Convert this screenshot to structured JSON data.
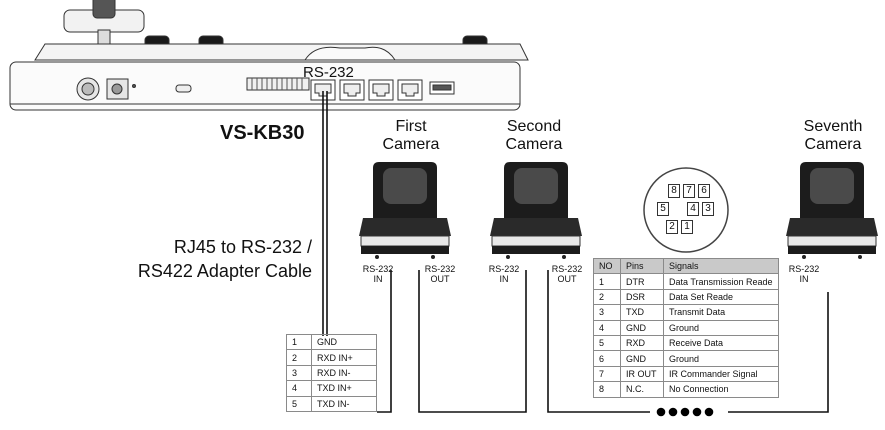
{
  "device": {
    "port_label": "RS-232",
    "model": "VS-KB30"
  },
  "cable_label": {
    "line1": "RJ45 to RS-232 /",
    "line2": "RS422 Adapter Cable"
  },
  "cameras": [
    {
      "title_line1": "First",
      "title_line2": "Camera",
      "ports": [
        {
          "line1": "RS-232",
          "line2": "IN"
        },
        {
          "line1": "RS-232",
          "line2": "OUT"
        }
      ]
    },
    {
      "title_line1": "Second",
      "title_line2": "Camera",
      "ports": [
        {
          "line1": "RS-232",
          "line2": "IN"
        },
        {
          "line1": "RS-232",
          "line2": "OUT"
        }
      ]
    },
    {
      "title_line1": "Seventh",
      "title_line2": "Camera",
      "ports": [
        {
          "line1": "RS-232",
          "line2": "IN"
        }
      ]
    }
  ],
  "adapter_pins": [
    {
      "no": "1",
      "signal": "GND"
    },
    {
      "no": "2",
      "signal": "RXD IN+"
    },
    {
      "no": "3",
      "signal": "RXD IN-"
    },
    {
      "no": "4",
      "signal": "TXD IN+"
    },
    {
      "no": "5",
      "signal": "TXD IN-"
    }
  ],
  "din_connector": {
    "pins": [
      "8",
      "7",
      "6",
      "5",
      "4",
      "3",
      "2",
      "1"
    ]
  },
  "signal_table": {
    "headers": [
      "NO",
      "Pins",
      "Signals"
    ],
    "rows": [
      [
        "1",
        "DTR",
        "Data Transmission Reade"
      ],
      [
        "2",
        "DSR",
        "Data Set Reade"
      ],
      [
        "3",
        "TXD",
        "Transmit Data"
      ],
      [
        "4",
        "GND",
        "Ground"
      ],
      [
        "5",
        "RXD",
        "Receive Data"
      ],
      [
        "6",
        "GND",
        "Ground"
      ],
      [
        "7",
        "IR OUT",
        "IR Commander Signal"
      ],
      [
        "8",
        "N.C.",
        "No Connection"
      ]
    ]
  }
}
